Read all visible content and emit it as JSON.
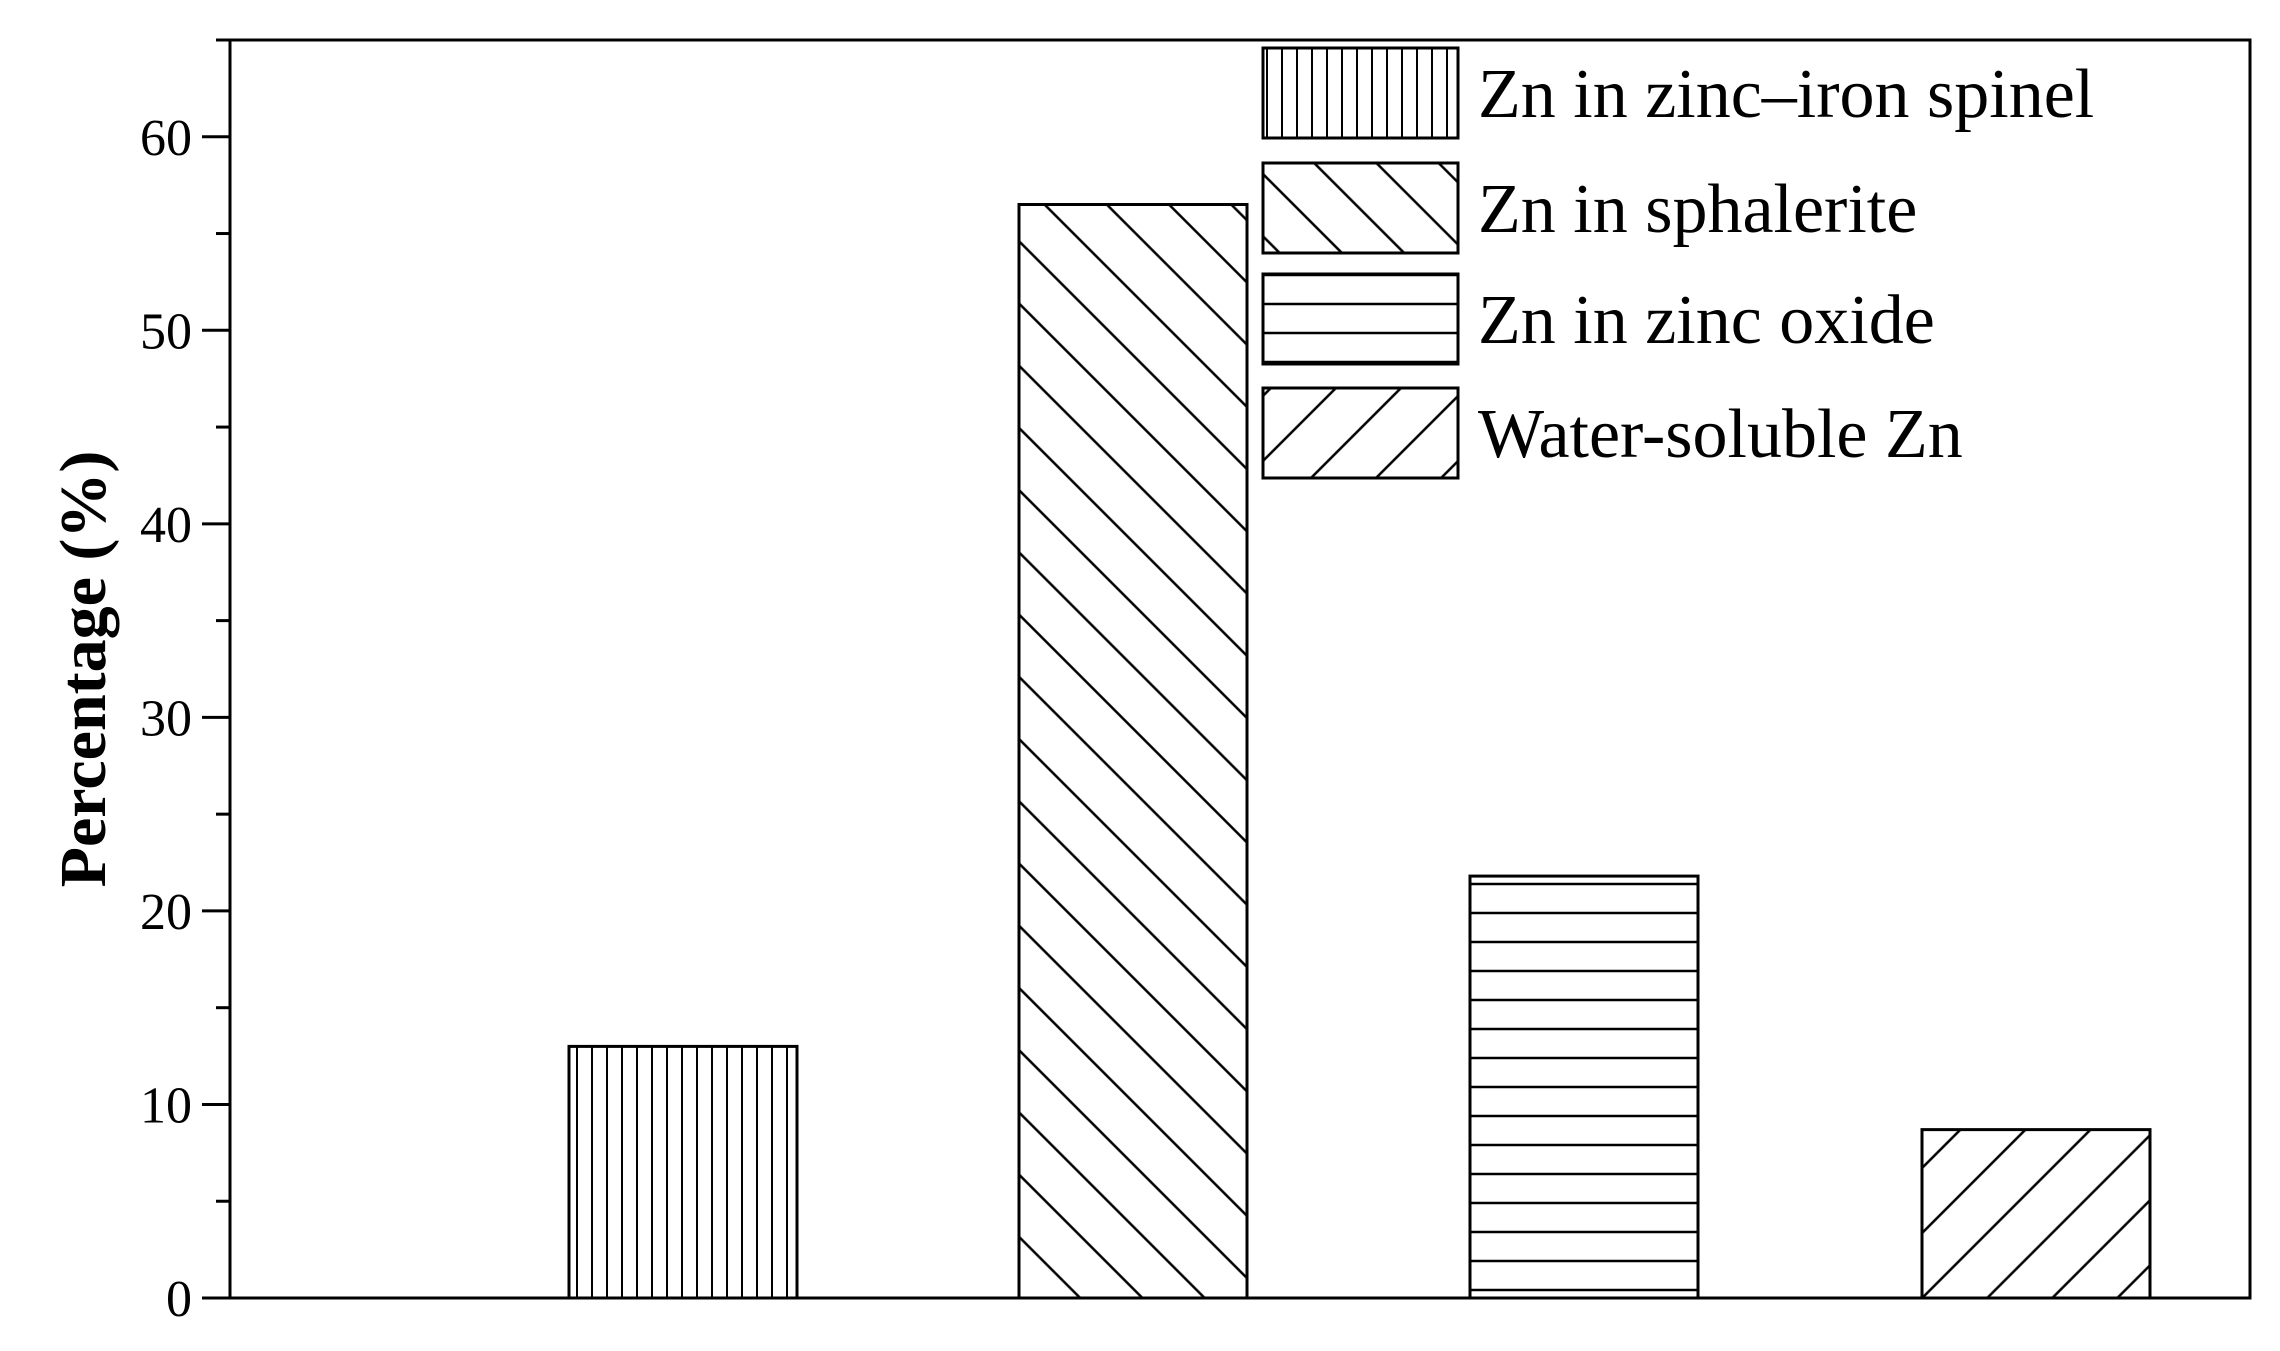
{
  "chart_data": {
    "type": "bar",
    "title": "",
    "xlabel": "",
    "ylabel": "Percentage (%)",
    "ylim": [
      0,
      65
    ],
    "yticks": [
      0,
      10,
      20,
      30,
      40,
      50,
      60
    ],
    "grid": false,
    "legend_position": "top-right",
    "series": [
      {
        "name": "Zn in zinc–iron spinel",
        "value": 13.0,
        "pattern": "vertical"
      },
      {
        "name": "Zn in sphalerite",
        "value": 56.5,
        "pattern": "backslash"
      },
      {
        "name": "Zn in zinc oxide",
        "value": 21.8,
        "pattern": "horizontal"
      },
      {
        "name": "Water-soluble Zn",
        "value": 8.7,
        "pattern": "slash"
      }
    ]
  }
}
